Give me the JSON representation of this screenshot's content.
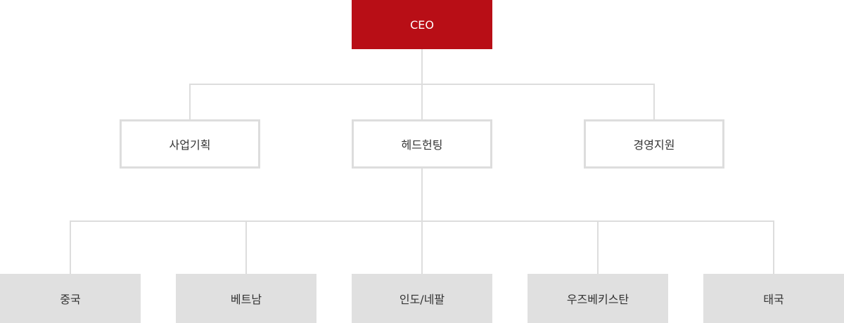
{
  "ceo": {
    "label": "CEO",
    "color": "#B80E16"
  },
  "departments": [
    {
      "label": "사업기획"
    },
    {
      "label": "헤드헌팅"
    },
    {
      "label": "경영지원"
    }
  ],
  "countries": [
    {
      "label": "중국"
    },
    {
      "label": "베트남"
    },
    {
      "label": "인도/네팔"
    },
    {
      "label": "우즈베키스탄"
    },
    {
      "label": "태국"
    }
  ]
}
